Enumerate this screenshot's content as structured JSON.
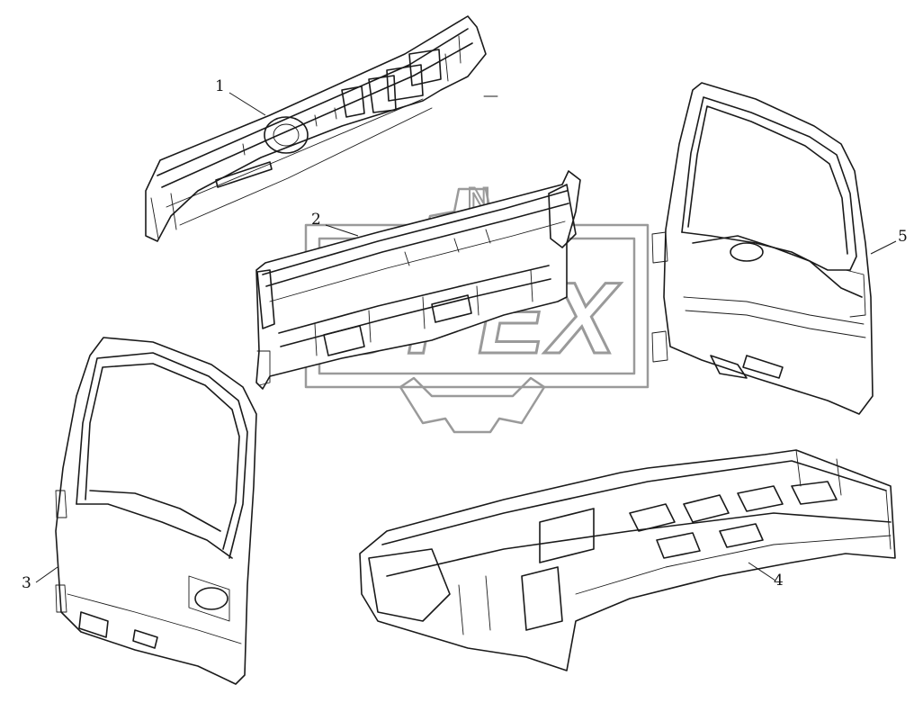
{
  "watermark": {
    "text": "OPEX",
    "color": "#9a9a9a"
  },
  "callouts": [
    {
      "id": "1",
      "label": "1"
    },
    {
      "id": "2",
      "label": "2"
    },
    {
      "id": "3",
      "label": "3"
    },
    {
      "id": "4",
      "label": "4"
    },
    {
      "id": "5",
      "label": "5"
    }
  ]
}
